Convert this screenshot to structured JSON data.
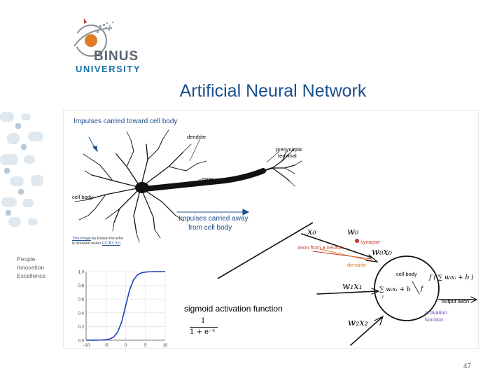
{
  "logo": {
    "line1": "BINUS",
    "line2": "UNIVERSITY"
  },
  "title": "Artificial Neural Network",
  "tagline": [
    "People",
    "Innovation",
    "Excellence"
  ],
  "neuron": {
    "impulses_toward": "Impulses carried toward cell body",
    "dendrite": "dendrite",
    "presynaptic": "presynaptic",
    "terminal": "terminal",
    "axon": "axon",
    "cell_body": "cell body",
    "impulses_away_1": "Impulses carried away",
    "impulses_away_2": "from cell body",
    "credit_link": "This image",
    "credit_text": " by Felipe Perucho",
    "credit_line2": "is licensed under ",
    "credit_license": "CC-BY 3.0"
  },
  "model": {
    "x0": "x₀",
    "w0": "w₀",
    "synapse": "synapse",
    "axon_from": "axon from a neuron",
    "w0x0": "w₀x₀",
    "dendrite": "dendrite",
    "cell_body": "cell body",
    "w1x1": "w₁x₁",
    "sum": "∑ wᵢxᵢ + b",
    "sum_index": "i",
    "f_expr": "f ( ∑ wᵢxᵢ + b )",
    "f_small": "f",
    "output_axon": "output axon",
    "activation_1": "activation",
    "activation_2": "function",
    "w2x2": "w₂x₂"
  },
  "sigmoid": {
    "label": "sigmoid activation function",
    "formula_num": "1",
    "formula_den": "1 + e⁻ˣ"
  },
  "chart_data": {
    "type": "line",
    "series": [
      {
        "x": [
          -10,
          -8,
          -6,
          -5,
          -4,
          -3,
          -2,
          -1,
          0,
          1,
          2,
          3,
          4,
          5,
          6,
          8,
          10
        ],
        "values": [
          0.0,
          0.0003,
          0.0025,
          0.0067,
          0.018,
          0.047,
          0.119,
          0.269,
          0.5,
          0.731,
          0.881,
          0.953,
          0.982,
          0.993,
          0.9975,
          0.9997,
          1.0
        ]
      }
    ],
    "xticks": [
      "−10",
      "−5",
      "0",
      "5",
      "10"
    ],
    "yticks": [
      "0.0",
      "0.2",
      "0.4",
      "0.6",
      "0.8",
      "1.0"
    ],
    "xlim": [
      -10,
      10
    ],
    "ylim": [
      0,
      1
    ],
    "grid": true
  },
  "page_number": "47",
  "colors": {
    "title": "#1b4f8c",
    "accent_red": "#c0392b",
    "accent_orange": "#e07b24",
    "curve": "#1f3fbf"
  }
}
